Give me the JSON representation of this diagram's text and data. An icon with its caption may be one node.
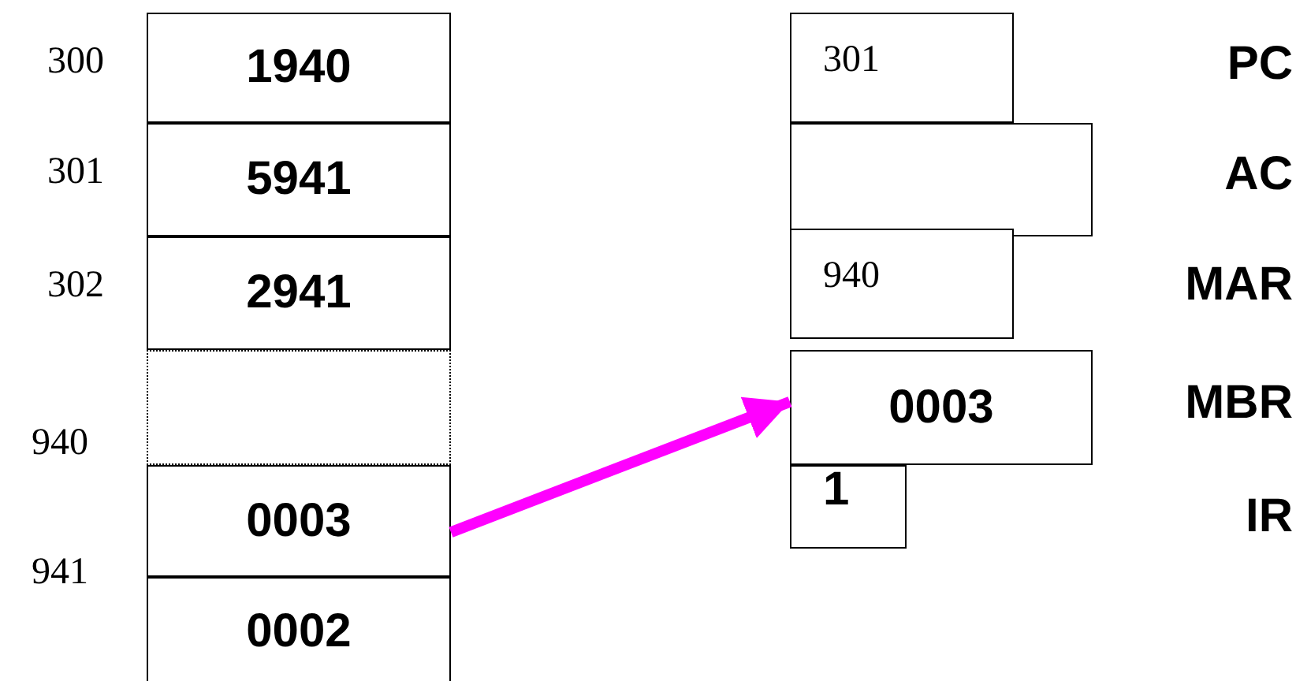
{
  "diagram": {
    "nodes": [
      {
        "text": [
          "1940"
        ],
        "beside": [
          "300"
        ]
      },
      {
        "text": [
          "5941"
        ],
        "beside": [
          "301"
        ]
      },
      {
        "text": [
          "2941"
        ],
        "beside": [
          "302"
        ]
      },
      {
        "text": [],
        "shape": "box"
      },
      {
        "text": [
          "0003"
        ],
        "beside": [
          "940"
        ]
      },
      {
        "text": [
          "0002"
        ],
        "beside": [
          "941"
        ]
      },
      {
        "text": [
          "301"
        ]
      },
      {
        "text": [],
        "shape": "box"
      },
      {
        "text": [
          "940"
        ]
      },
      {
        "text": [
          "0003"
        ]
      },
      {
        "text": [
          "1"
        ]
      }
    ],
    "edges": [
      {
        "from": 4,
        "to": 9,
        "arrow": "to",
        "color": "#ff00ff"
      }
    ],
    "labels": [
      "PC",
      "AC",
      "MAR",
      "MBR",
      "IR"
    ]
  }
}
